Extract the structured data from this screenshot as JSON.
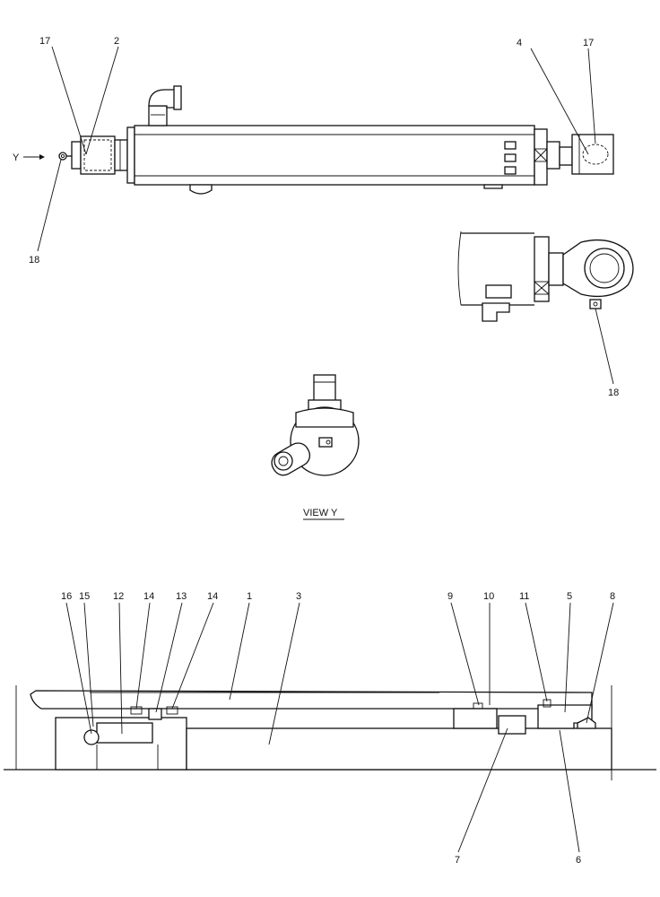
{
  "upper_view": {
    "callouts": {
      "c17_left": "17",
      "c2": "2",
      "c4": "4",
      "c17_right": "17",
      "c18_left": "18",
      "c18_right": "18"
    },
    "arrow_label": "Y"
  },
  "view_y": {
    "title": "VIEW  Y"
  },
  "section_view": {
    "callouts": {
      "c16": "16",
      "c15": "15",
      "c12": "12",
      "c14a": "14",
      "c13": "13",
      "c14b": "14",
      "c1": "1",
      "c3": "3",
      "c9": "9",
      "c10": "10",
      "c11": "11",
      "c5": "5",
      "c8": "8",
      "c7": "7",
      "c6": "6"
    }
  }
}
